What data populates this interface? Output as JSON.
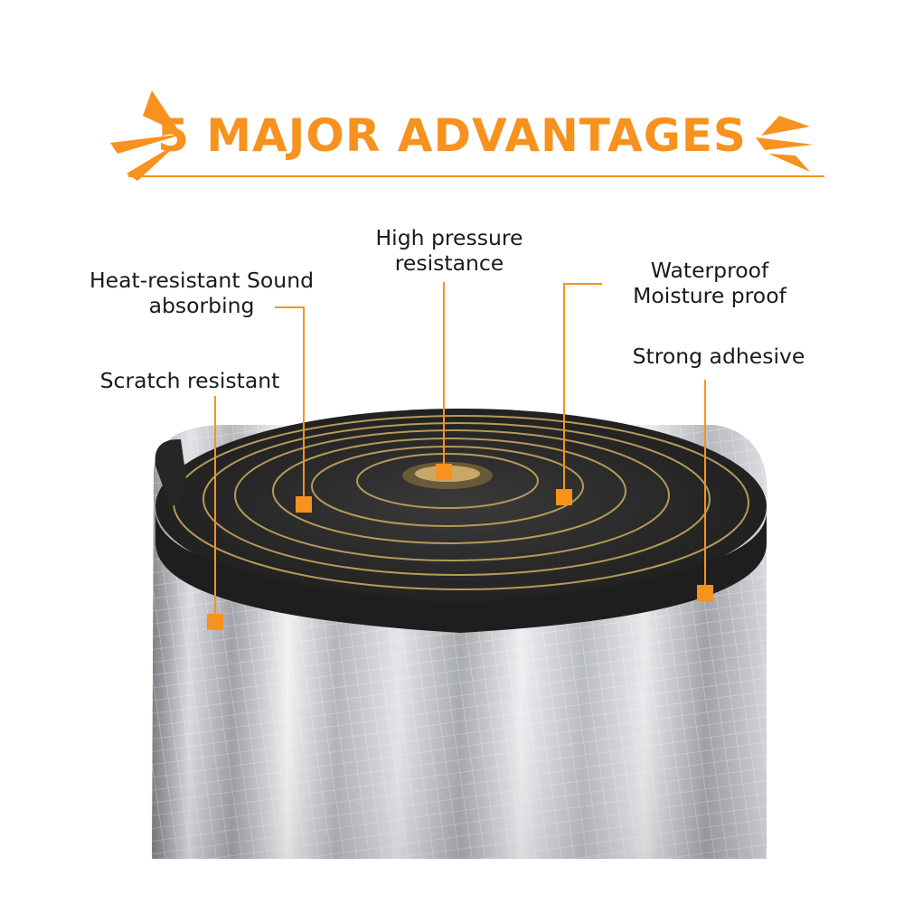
{
  "banner": {
    "title": "5 MAJOR ADVANTAGES",
    "accent_color": "#f7921e"
  },
  "features": {
    "heat_sound": [
      "Heat-resistant Sound",
      "absorbing"
    ],
    "scratch": [
      "Scratch resistant"
    ],
    "pressure": [
      "High pressure",
      "resistance"
    ],
    "waterproof": [
      "Waterproof",
      "Moisture proof"
    ],
    "adhesive": [
      "Strong adhesive"
    ]
  },
  "product": {
    "description_icon": "foam-insulation-roll",
    "foil_color": "#c9ccd0",
    "foam_color": "#2b2b2b"
  }
}
